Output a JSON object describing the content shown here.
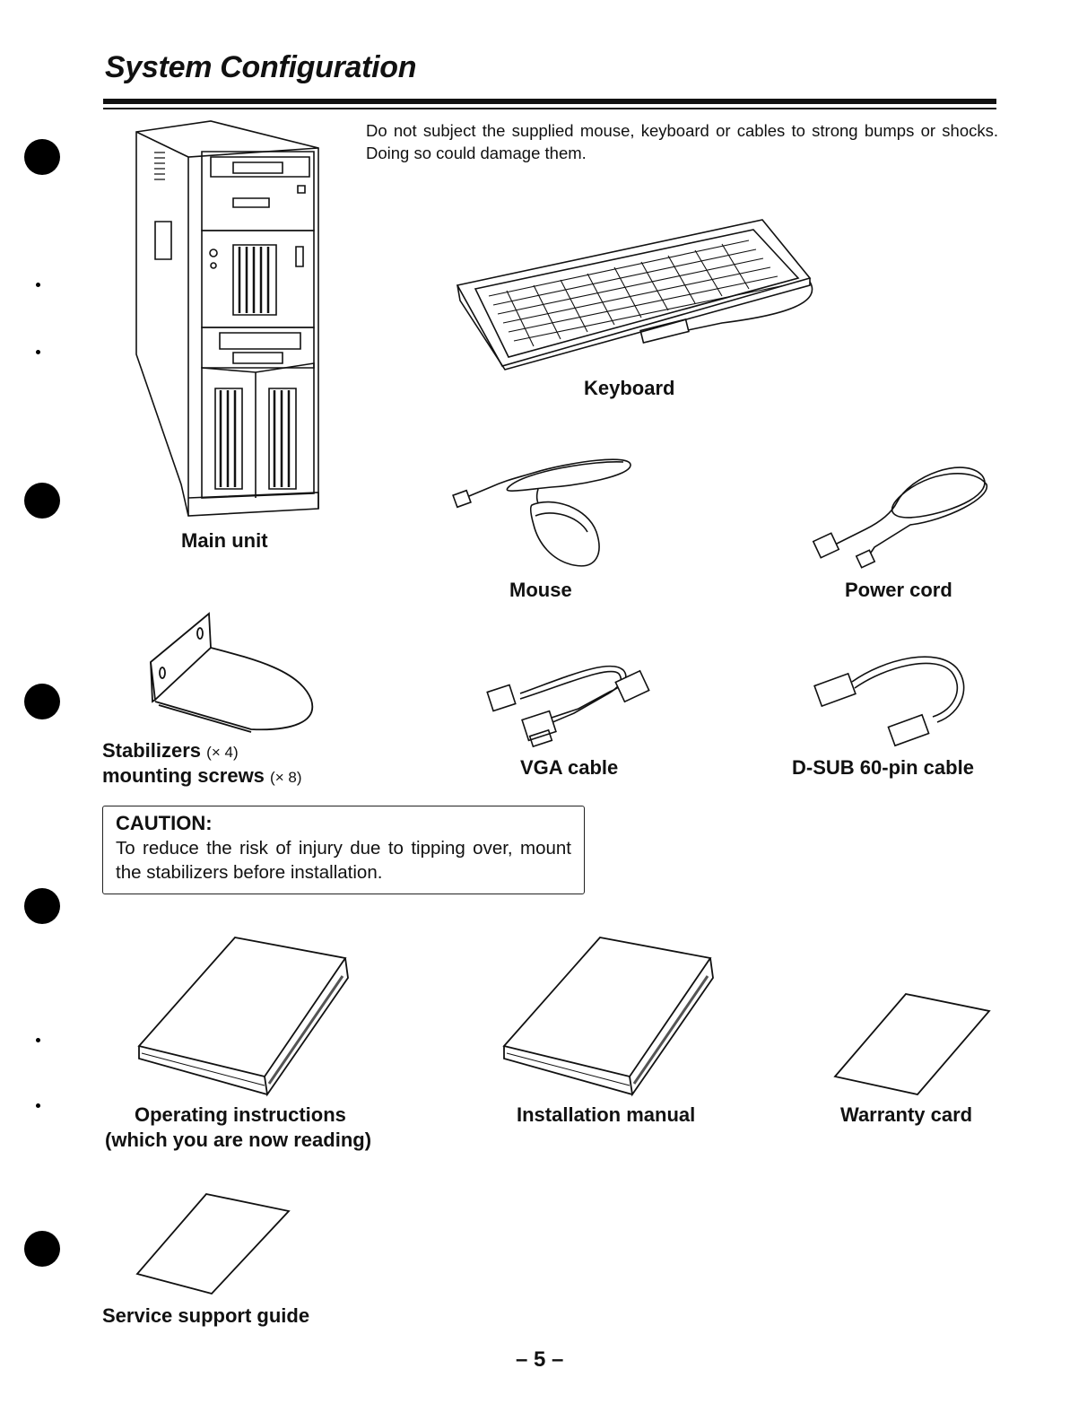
{
  "page": {
    "title": "System Configuration",
    "intro": "Do not subject the supplied mouse, keyboard or cables to strong bumps or shocks. Doing so could damage them.",
    "page_number": "– 5 –"
  },
  "items": {
    "main_unit": {
      "label": "Main unit",
      "icon": "tower-pc-icon"
    },
    "keyboard": {
      "label": "Keyboard",
      "icon": "keyboard-icon"
    },
    "mouse": {
      "label": "Mouse",
      "icon": "mouse-icon"
    },
    "power_cord": {
      "label": "Power cord",
      "icon": "power-cord-icon"
    },
    "stabilizers": {
      "label": "Stabilizers",
      "qty": "(× 4)",
      "label2": "mounting screws",
      "qty2": "(× 8)",
      "icon": "stabilizer-bracket-icon"
    },
    "vga_cable": {
      "label": "VGA cable",
      "icon": "vga-cable-icon"
    },
    "dsub_cable": {
      "label": "D-SUB 60-pin cable",
      "icon": "dsub-cable-icon"
    },
    "operating_instructions": {
      "label": "Operating instructions",
      "label2": "(which you are now reading)",
      "icon": "book-icon"
    },
    "installation_manual": {
      "label": "Installation manual",
      "icon": "book-icon"
    },
    "warranty_card": {
      "label": "Warranty card",
      "icon": "card-icon"
    },
    "service_support_guide": {
      "label": "Service support guide",
      "icon": "sheet-icon"
    }
  },
  "caution": {
    "title": "CAUTION:",
    "text": "To reduce the risk of injury due to tipping over, mount the stabilizers before installation."
  }
}
